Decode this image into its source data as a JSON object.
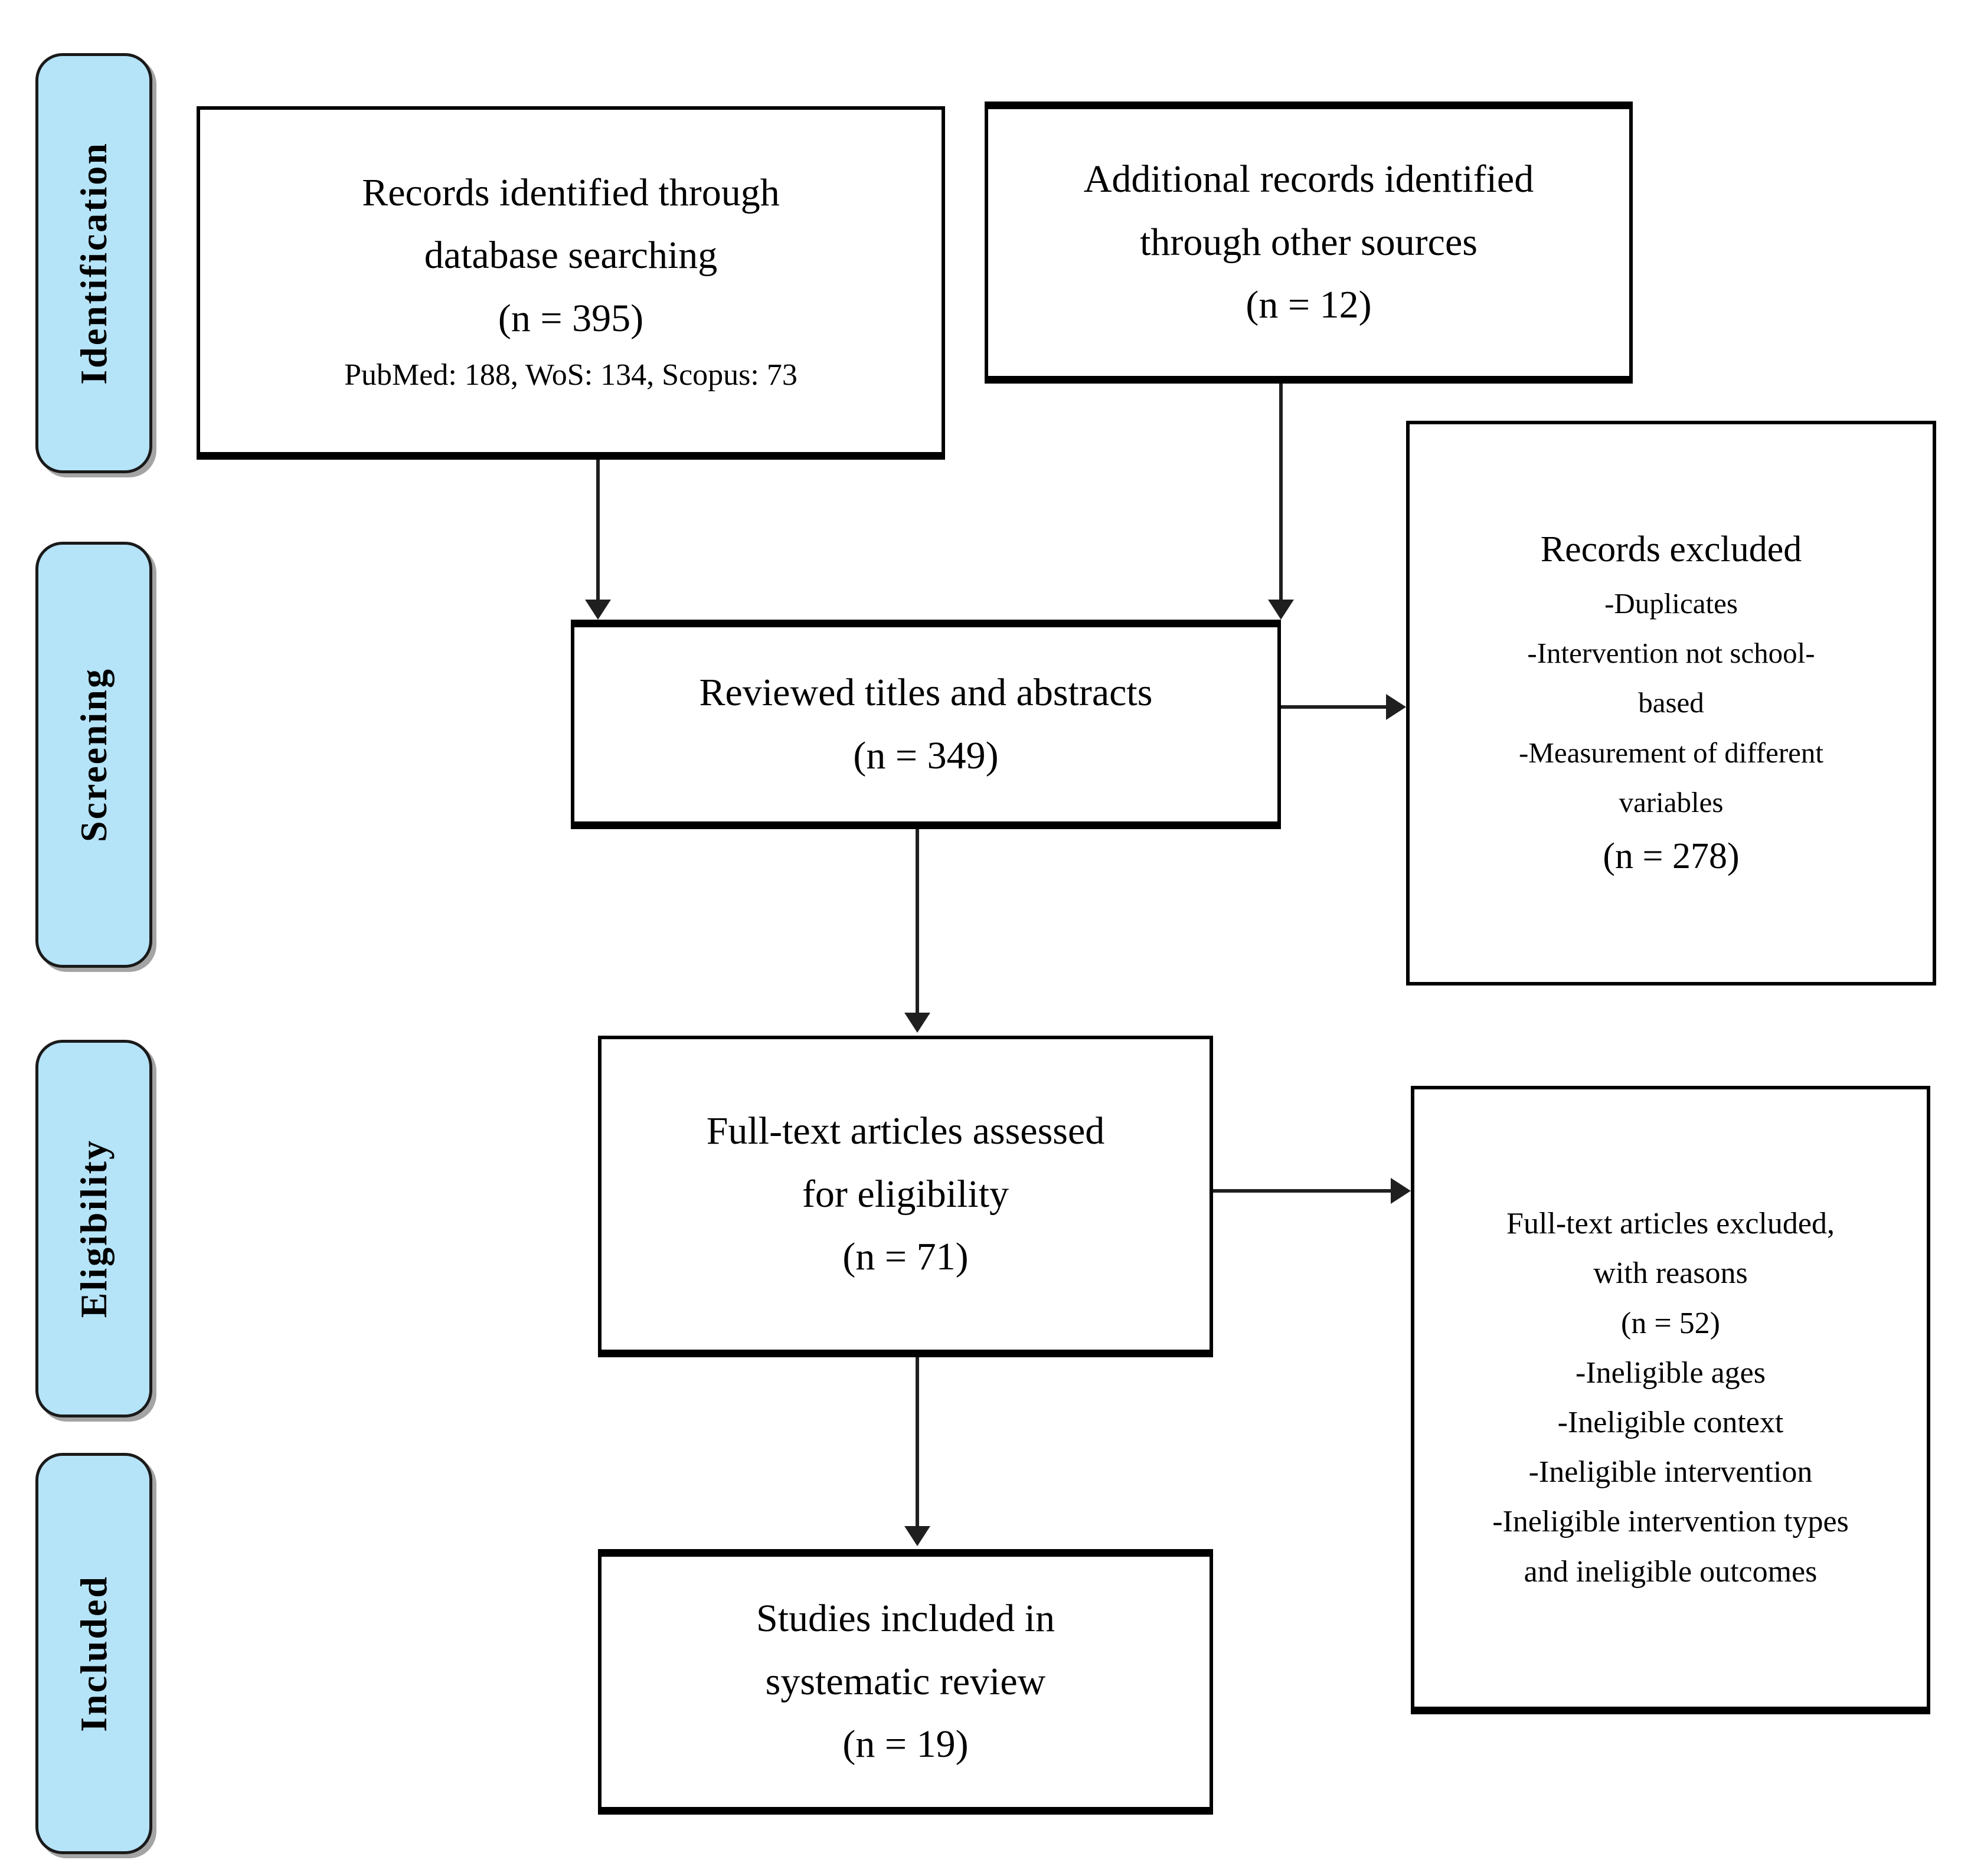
{
  "diagram": {
    "type": "prisma-flow-diagram",
    "stages": [
      {
        "id": "identification",
        "label": "Identification"
      },
      {
        "id": "screening",
        "label": "Screening"
      },
      {
        "id": "eligibility",
        "label": "Eligibility"
      },
      {
        "id": "included",
        "label": "Included"
      }
    ],
    "accent_color": "#B5E3F7",
    "border_color": "#000000",
    "boxes": {
      "records_identified": {
        "lines": [
          "Records identified through",
          "database searching",
          "(n = 395)"
        ],
        "detail": "PubMed: 188, WoS: 134, Scopus: 73"
      },
      "additional_records": {
        "lines": [
          "Additional records identified",
          "through other sources",
          "(n = 12)"
        ]
      },
      "records_excluded": {
        "lines": [
          "Records excluded",
          "-Duplicates",
          "-Intervention not school-",
          "based",
          "-Measurement of different",
          "variables",
          "(n = 278)"
        ]
      },
      "reviewed_titles": {
        "lines": [
          "Reviewed titles and abstracts",
          "(n = 349)"
        ]
      },
      "fulltext_assessed": {
        "lines": [
          "Full-text articles assessed",
          "for eligibility",
          "(n = 71)"
        ]
      },
      "fulltext_excluded": {
        "lines": [
          "Full-text articles excluded,",
          "with reasons",
          "(n = 52)",
          "-Ineligible ages",
          "-Ineligible context",
          "-Ineligible intervention",
          "-Ineligible intervention types",
          "and ineligible outcomes"
        ]
      },
      "studies_included": {
        "lines": [
          "Studies included in",
          "systematic review",
          "(n = 19)"
        ]
      }
    },
    "counts": {
      "database_searching": 395,
      "pubmed": 188,
      "wos": 134,
      "scopus": 73,
      "other_sources": 12,
      "titles_abstracts_reviewed": 349,
      "records_excluded": 278,
      "fulltext_assessed": 71,
      "fulltext_excluded": 52,
      "studies_included": 19
    }
  }
}
